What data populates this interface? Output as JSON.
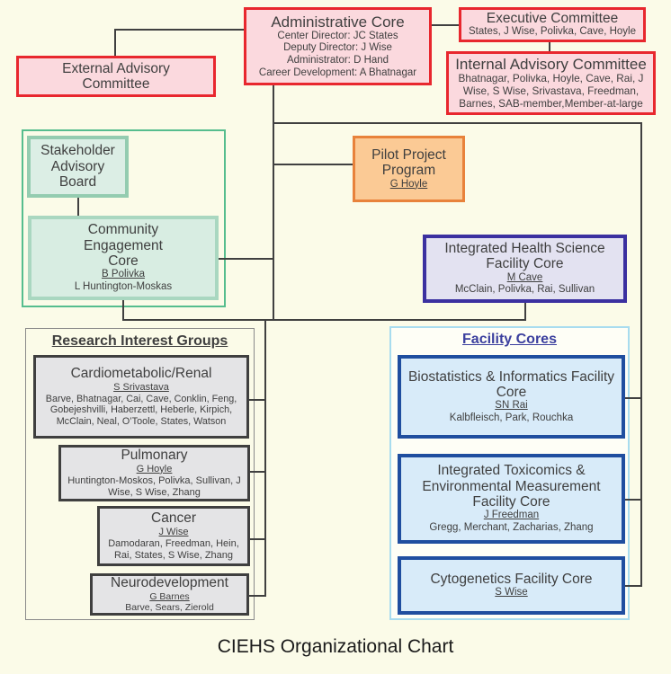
{
  "caption": "CIEHS Organizational Chart",
  "colors": {
    "background": "#FBFBE8",
    "pink_fill": "#FBD9DE",
    "pink_border": "#E8272E",
    "green_container_border": "#56BD8E",
    "sab_fill": "#DCEEE5",
    "sab_border": "#94CCB0",
    "cec_fill": "#D8EDE2",
    "cec_border": "#A9D7C0",
    "orange_fill": "#FBCA95",
    "orange_border": "#E8823B",
    "purple_fill": "#E3E2F1",
    "purple_border": "#3B30A0",
    "gray_fill": "#E4E4E6",
    "gray_border": "#3F3F3F",
    "rig_container_border": "#8A8A8A",
    "fc_container_fill": "#FEFEF6",
    "fc_container_border": "#A8DCEF",
    "blue_fill": "#D8EBF9",
    "blue_border": "#1F4E9F",
    "fc_title_color": "#3B3F9E",
    "line_color": "#404040",
    "text_color": "#3F3F3F"
  },
  "admin_core": {
    "title": "Administrative Core",
    "lines": [
      "Center Director: JC States",
      "Deputy Director: J Wise",
      "Administrator: D Hand",
      "Career Development: A Bhatnagar"
    ]
  },
  "executive_committee": {
    "title": "Executive Committee",
    "members": "States, J Wise, Polivka, Cave, Hoyle"
  },
  "internal_advisory_committee": {
    "title": "Internal Advisory Committee",
    "members": "Bhatnagar, Polivka, Hoyle, Cave, Rai, J Wise, S Wise, Srivastava, Freedman, Barnes, SAB-member,Member-at-large"
  },
  "external_advisory_committee": {
    "title": "External Advisory Committee"
  },
  "stakeholder_advisory_board": {
    "title": "Stakeholder Advisory Board"
  },
  "community_engagement_core": {
    "title": "Community Engagement Core",
    "lead": "B Polivka",
    "members": "L Huntington-Moskas"
  },
  "pilot_project_program": {
    "title": "Pilot Project Program",
    "lead": "G Hoyle"
  },
  "integrated_health_science_facility_core": {
    "title": "Integrated Health Science Facility Core",
    "lead": "M Cave",
    "members": "McClain, Polivka, Rai, Sullivan"
  },
  "research_interest_groups": {
    "title": "Research Interest Groups",
    "groups": [
      {
        "title": "Cardiometabolic/Renal",
        "lead": "S Srivastava",
        "members": "Barve, Bhatnagar, Cai, Cave, Conklin, Feng, Gobejeshvilli, Haberzettl, Heberle, Kirpich, McClain, Neal, O’Toole, States, Watson"
      },
      {
        "title": "Pulmonary",
        "lead": "G Hoyle",
        "members": "Huntington-Moskos, Polivka, Sullivan, J Wise, S Wise, Zhang"
      },
      {
        "title": "Cancer",
        "lead": "J Wise",
        "members": "Damodaran, Freedman, Hein, Rai, States, S Wise, Zhang"
      },
      {
        "title": "Neurodevelopment",
        "lead": "G Barnes",
        "members": "Barve, Sears, Zierold"
      }
    ]
  },
  "facility_cores": {
    "title": "Facility Cores",
    "cores": [
      {
        "title": "Biostatistics & Informatics Facility Core",
        "lead": "SN Rai",
        "members": "Kalbfleisch, Park, Rouchka"
      },
      {
        "title": "Integrated Toxicomics & Environmental Measurement Facility Core",
        "lead": "J Freedman",
        "members": "Gregg, Merchant, Zacharias, Zhang"
      },
      {
        "title": "Cytogenetics Facility Core",
        "lead": "S Wise",
        "members": ""
      }
    ]
  }
}
